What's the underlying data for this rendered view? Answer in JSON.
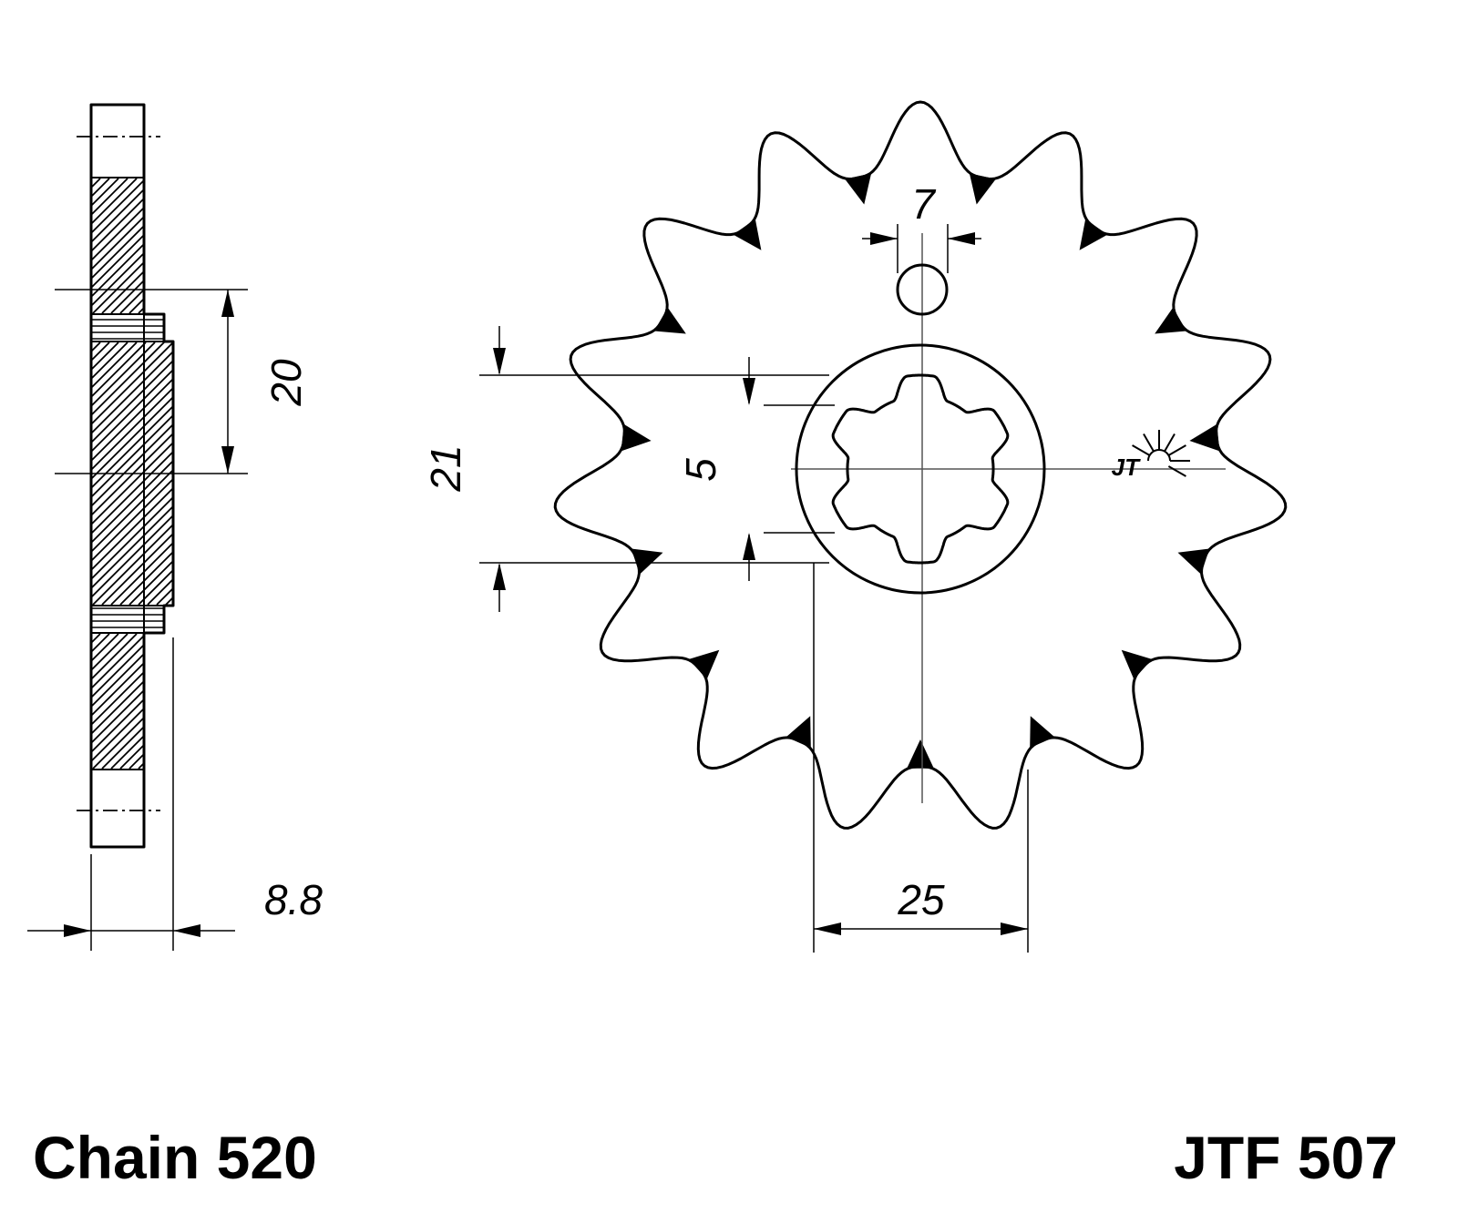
{
  "diagram": {
    "type": "technical-drawing",
    "teeth_count": 15,
    "spline_count": 6,
    "dimensions": {
      "pitch_offset": "20",
      "width": "8.8",
      "bore_diameter": "21",
      "spline_width": "5",
      "hole_diameter": "7",
      "hub_diameter": "25"
    },
    "labels": {
      "chain": "Chain 520",
      "part_number": "JTF 507",
      "logo": "JT"
    },
    "colors": {
      "ink": "#000000",
      "centerline": "#555555",
      "background": "#ffffff"
    }
  }
}
